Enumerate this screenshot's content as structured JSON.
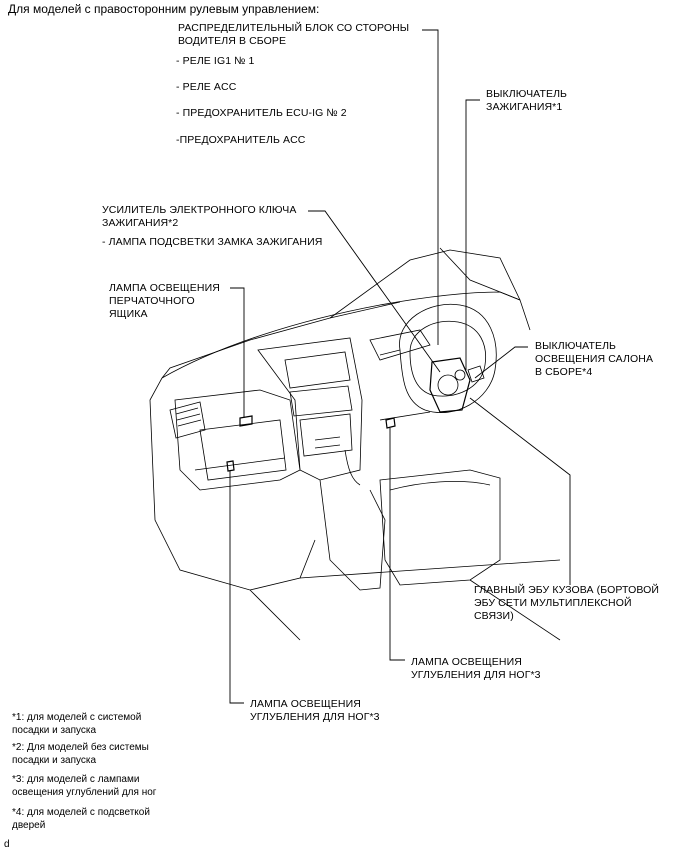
{
  "header": "Для моделей с правосторонним рулевым управлением:",
  "labels": {
    "junction_block": [
      "РАСПРЕДЕЛИТЕЛЬНЫЙ БЛОК СО СТОРОНЫ",
      "ВОДИТЕЛЯ В СБОРЕ"
    ],
    "junction_items": [
      "- РЕЛЕ IG1 № 1",
      "- РЕЛЕ ACC",
      "- ПРЕДОХРАНИТЕЛЬ ECU-IG № 2",
      "-ПРЕДОХРАНИТЕЛЬ ACC"
    ],
    "ignition_switch": [
      "ВЫКЛЮЧАТЕЛЬ",
      "ЗАЖИГАНИЯ*1"
    ],
    "key_amplifier": [
      "УСИЛИТЕЛЬ ЭЛЕКТРОННОГО КЛЮЧА",
      "ЗАЖИГАНИЯ*2"
    ],
    "key_lamp": "- ЛАМПА ПОДСВЕТКИ ЗАМКА ЗАЖИГАНИЯ",
    "glovebox_lamp": [
      "ЛАМПА ОСВЕЩЕНИЯ",
      "ПЕРЧАТОЧНОГО",
      "ЯЩИКА"
    ],
    "interior_switch": [
      "ВЫКЛЮЧАТЕЛЬ",
      "ОСВЕЩЕНИЯ САЛОНА",
      "В СБОРЕ*4"
    ],
    "main_body_ecu": [
      "ГЛАВНЫЙ ЭБУ КУЗОВА (БОРТОВОЙ",
      "ЭБУ СЕТИ МУЛЬТИПЛЕКСНОЙ",
      "СВЯЗИ)"
    ],
    "footwell_lamp_right": [
      "ЛАМПА ОСВЕЩЕНИЯ",
      "УГЛУБЛЕНИЯ ДЛЯ НОГ*3"
    ],
    "footwell_lamp_left": [
      "ЛАМПА ОСВЕЩЕНИЯ",
      "УГЛУБЛЕНИЯ ДЛЯ НОГ*3"
    ]
  },
  "notes": [
    [
      "*1: для моделей с системой",
      "посадки и запуска"
    ],
    [
      "*2: Для моделей без системы",
      "посадки и запуска"
    ],
    [
      "*3: для моделей с лампами",
      "освещения углублений для ног"
    ],
    [
      "*4: для моделей с подсветкой",
      "дверей"
    ]
  ],
  "corner_mark": "d"
}
